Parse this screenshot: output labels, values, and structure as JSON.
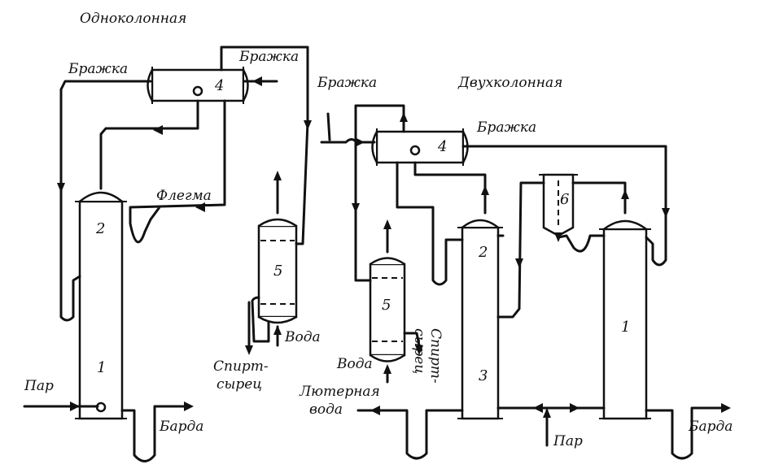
{
  "labels": {
    "single_column": "Одноколонная",
    "two_column": "Двухколонная",
    "brazhka": "Бражка",
    "flegma": "Флегма",
    "par": "Пар",
    "barda": "Барда",
    "voda": "Вода",
    "spirt_1": "Спирт-",
    "spirt_2": "сырец",
    "spirt_v1": "Спирт-",
    "spirt_v2": "сырец",
    "luternaya_1": "Лютерная",
    "luternaya_2": "вода"
  },
  "numbers": {
    "n1": "1",
    "n2": "2",
    "n3": "3",
    "n4": "4",
    "n5": "5",
    "n6": "6"
  }
}
